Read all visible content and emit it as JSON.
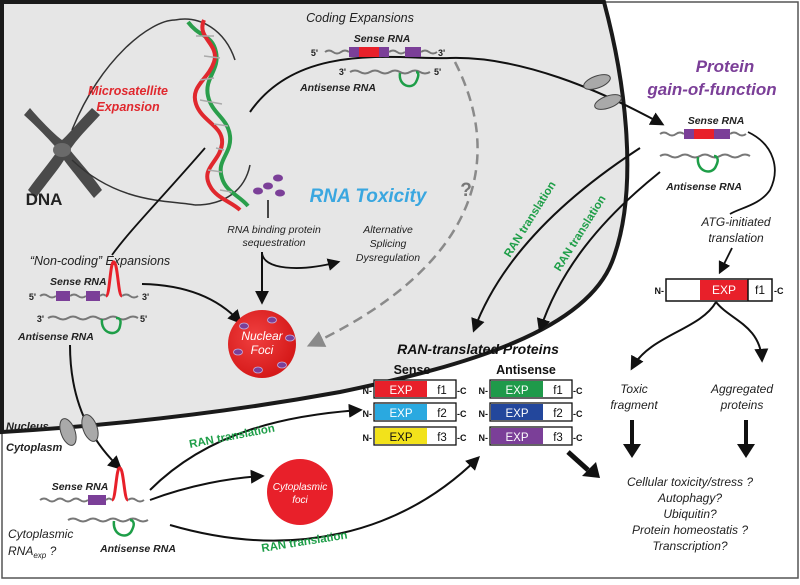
{
  "labels": {
    "coding_expansions": "Coding Expansions",
    "microsatellite_line1": "Microsatellite",
    "microsatellite_line2": "Expansion",
    "dna": "DNA",
    "rna_toxicity": "RNA Toxicity",
    "protein_gof_line1": "Protein",
    "protein_gof_line2": "gain-of-function",
    "question_mark": "?",
    "sense_rna": "Sense RNA",
    "antisense_rna": "Antisense RNA",
    "five_prime": "5'",
    "three_prime": "3'",
    "rbp_line1": "RNA binding protein",
    "rbp_line2": "sequestration",
    "alt_line1": "Alternative",
    "alt_line2": "Splicing",
    "alt_line3": "Dysregulation",
    "noncoding_expansions": "“Non-coding” Expansions",
    "nuclear_foci_line1": "Nuclear",
    "nuclear_foci_line2": "Foci",
    "ran_translation": "RAN translation",
    "ran_proteins_title": "RAN-translated Proteins",
    "sense_header": "Sense",
    "antisense_header": "Antisense",
    "exp": "EXP",
    "n_term": "N-",
    "c_term": "-C",
    "atg_line1": "ATG-initiated",
    "atg_line2": "translation",
    "toxic_line1": "Toxic",
    "toxic_line2": "fragment",
    "aggregated_line1": "Aggregated",
    "aggregated_line2": "proteins",
    "nucleus": "Nucleus",
    "cytoplasm": "Cytoplasm",
    "cytoplasmic_foci_line1": "Cytoplasmic",
    "cytoplasmic_foci_line2": "foci",
    "cyto_rna_line1": "Cytoplasmic",
    "cyto_rna_line2": "RNA",
    "cyto_rna_sub": "exp",
    "cyto_rna_q": " ?",
    "outcomes": [
      "Cellular toxicity/stress ?",
      "Autophagy?",
      "Ubiquitin?",
      "Protein homeostatis ?",
      "Transcription?"
    ]
  },
  "frames": {
    "atg": "f1",
    "sense": [
      "f1",
      "f2",
      "f3"
    ],
    "antisense": [
      "f1",
      "f2",
      "f3"
    ]
  },
  "colors": {
    "nucleus_fill": "#e6e6e6",
    "expansion_red": "#e8202a",
    "flank_purple": "#7b3f98",
    "green": "#1e9e48",
    "rna_toxicity_blue": "#3aa7e0",
    "protein_purple": "#7b3f98",
    "sense_f1": "#e8202a",
    "sense_f2": "#2aa9e0",
    "sense_f3": "#f2e21b",
    "antisense_f1": "#1f9a4a",
    "antisense_f2": "#23479c",
    "antisense_f3": "#7b3f98"
  }
}
